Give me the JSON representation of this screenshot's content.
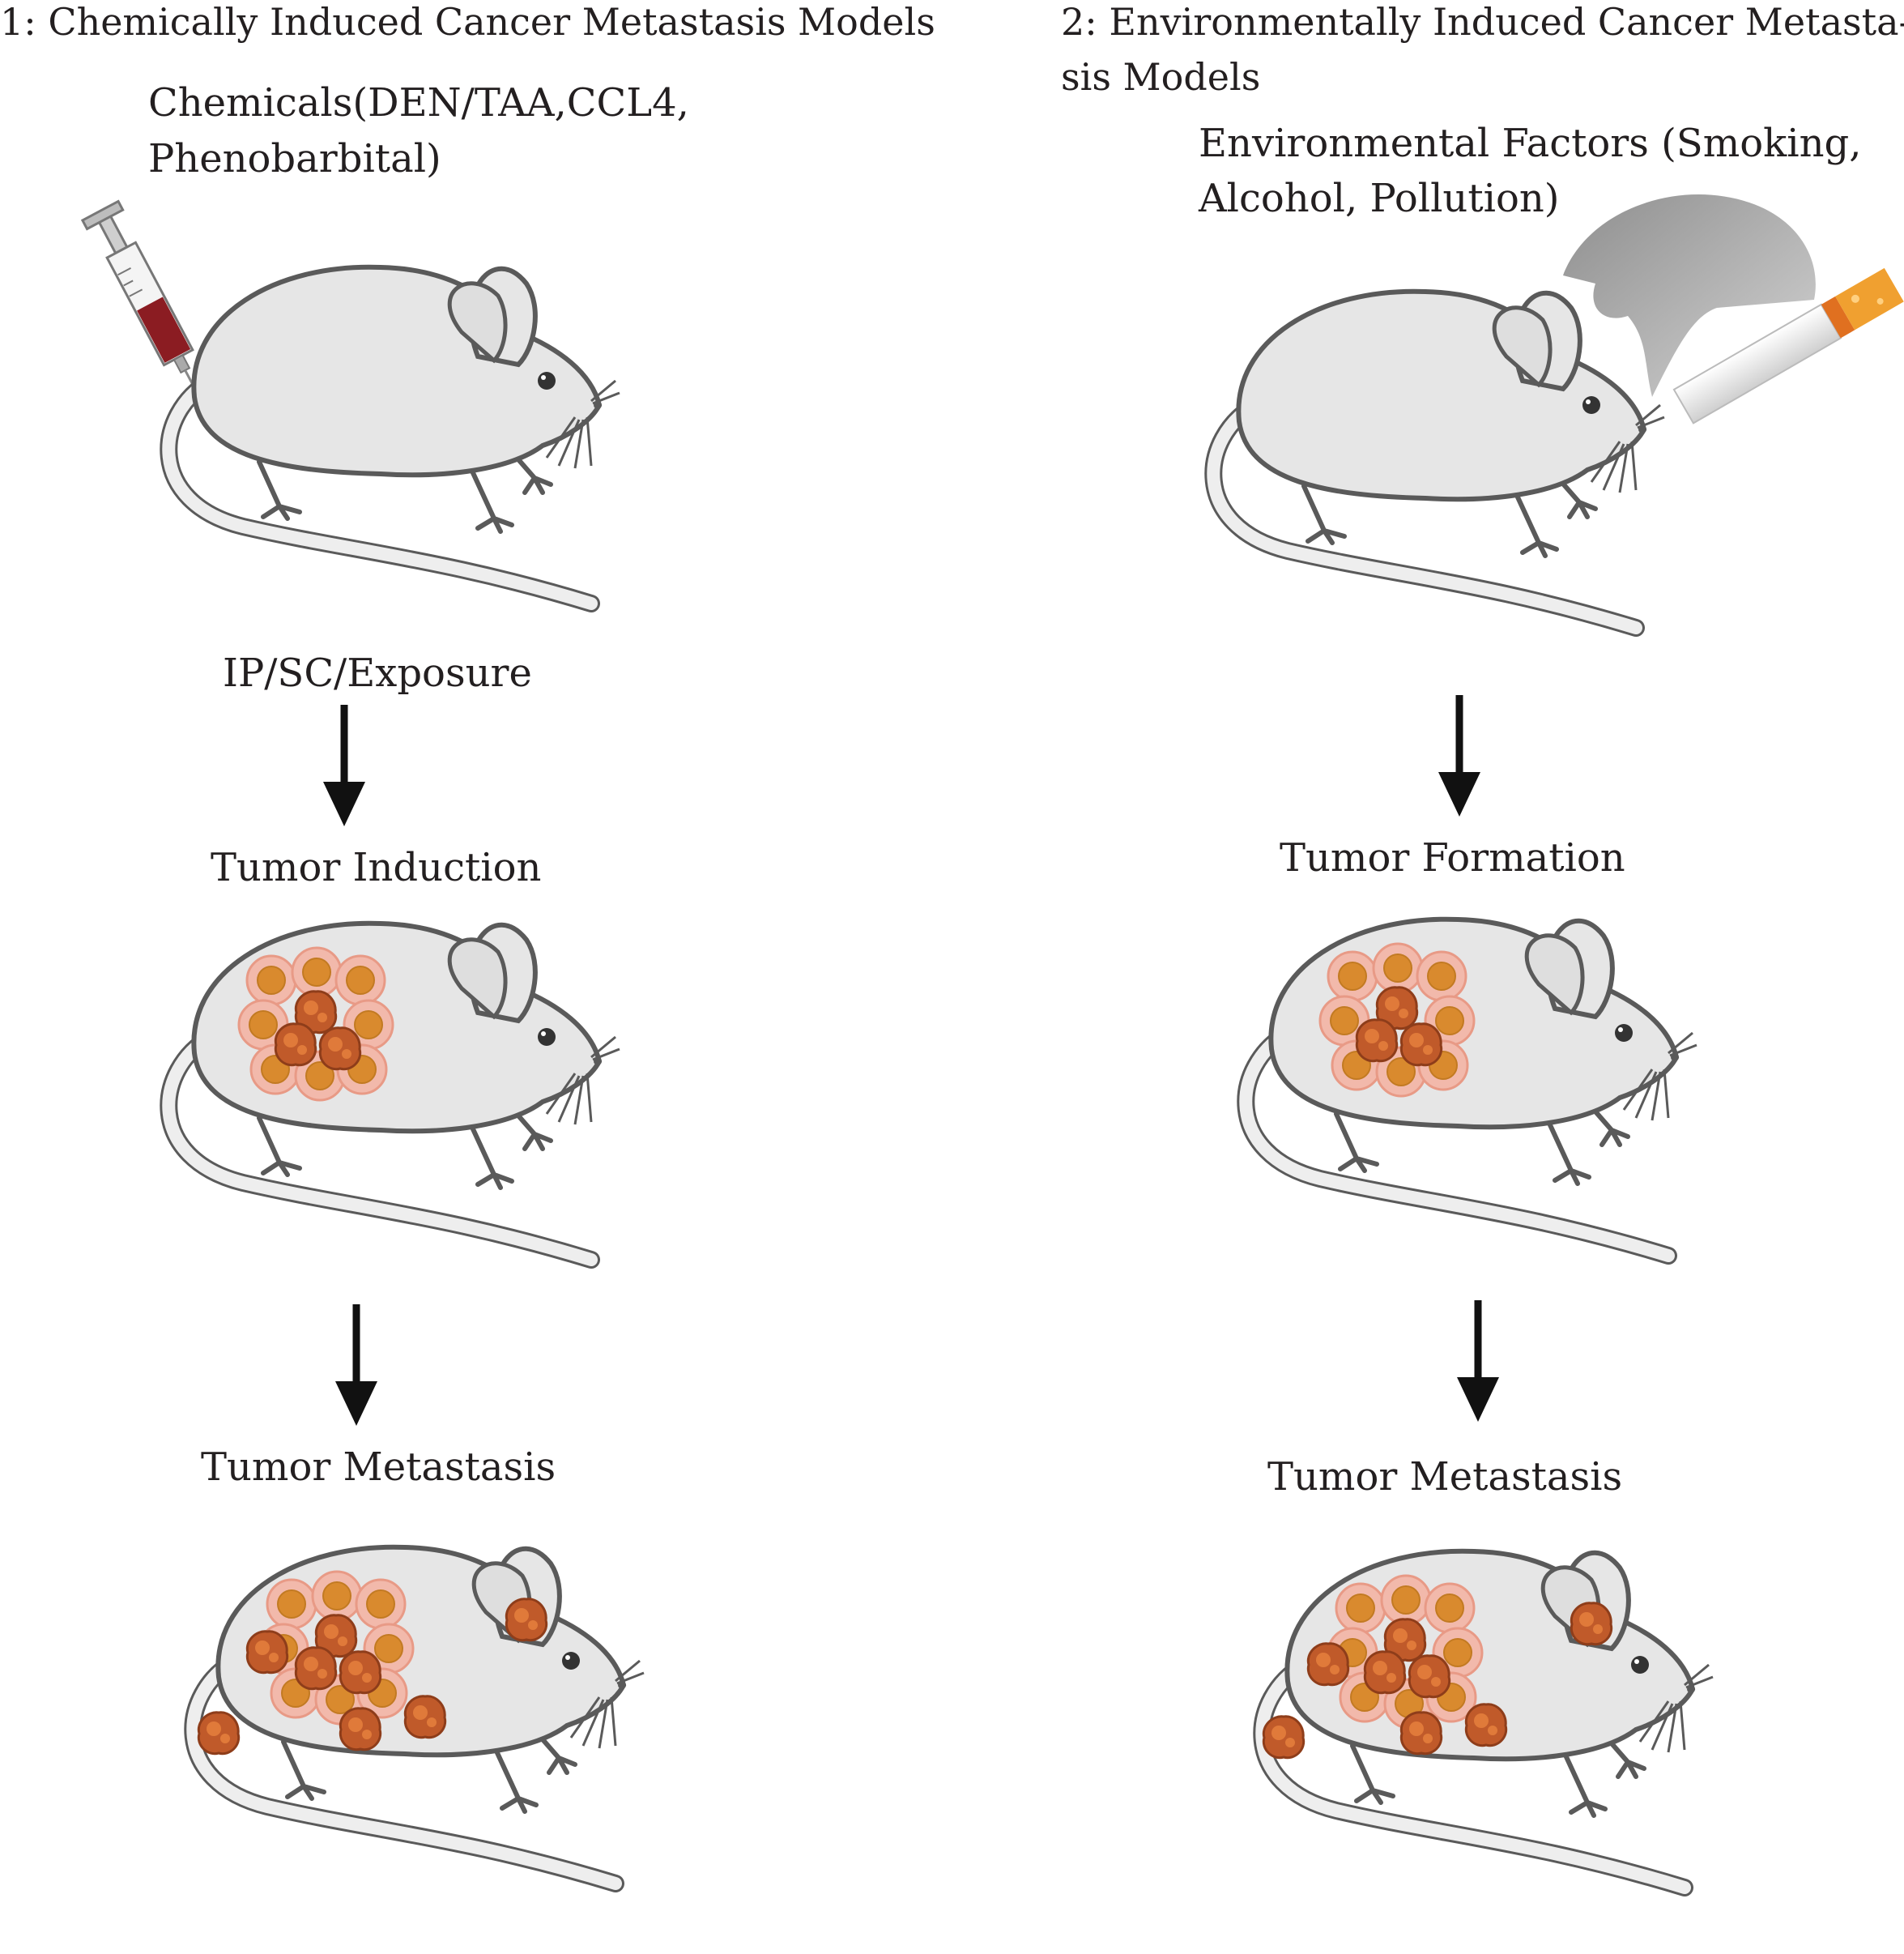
{
  "panel_left": {
    "title": "1: Chemically Induced Cancer Metastasis Models",
    "agent_line1": "Chemicals(DEN/TAA,CCL4,",
    "agent_line2": "Phenobarbital)",
    "route": "IP/SC/Exposure",
    "step2": "Tumor Induction",
    "step3": "Tumor Metastasis"
  },
  "panel_right": {
    "title_line1": "2: Environmentally Induced Cancer Metasta-",
    "title_line2": "sis Models",
    "agent_line1": "Environmental Factors (Smoking,",
    "agent_line2": "Alcohol, Pollution)",
    "step2": "Tumor Formation",
    "step3": "Tumor Metastasis"
  },
  "colors": {
    "mouse_body": "#e6e6e6",
    "mouse_outline": "#5a5a5a",
    "tumor_outer": "#f2b9ab",
    "tumor_core": "#d98a2e",
    "tumor_dark": "#c05a2a",
    "syringe_blood": "#8b1c22",
    "smoke": "#a9a9a9",
    "cigarette_filter": "#f0a030",
    "arrow": "#111111"
  },
  "icons": [
    "mouse-illustration",
    "syringe-icon",
    "smoke-cloud-icon",
    "cigarette-icon",
    "tumor-cluster-icon",
    "down-arrow-icon"
  ]
}
